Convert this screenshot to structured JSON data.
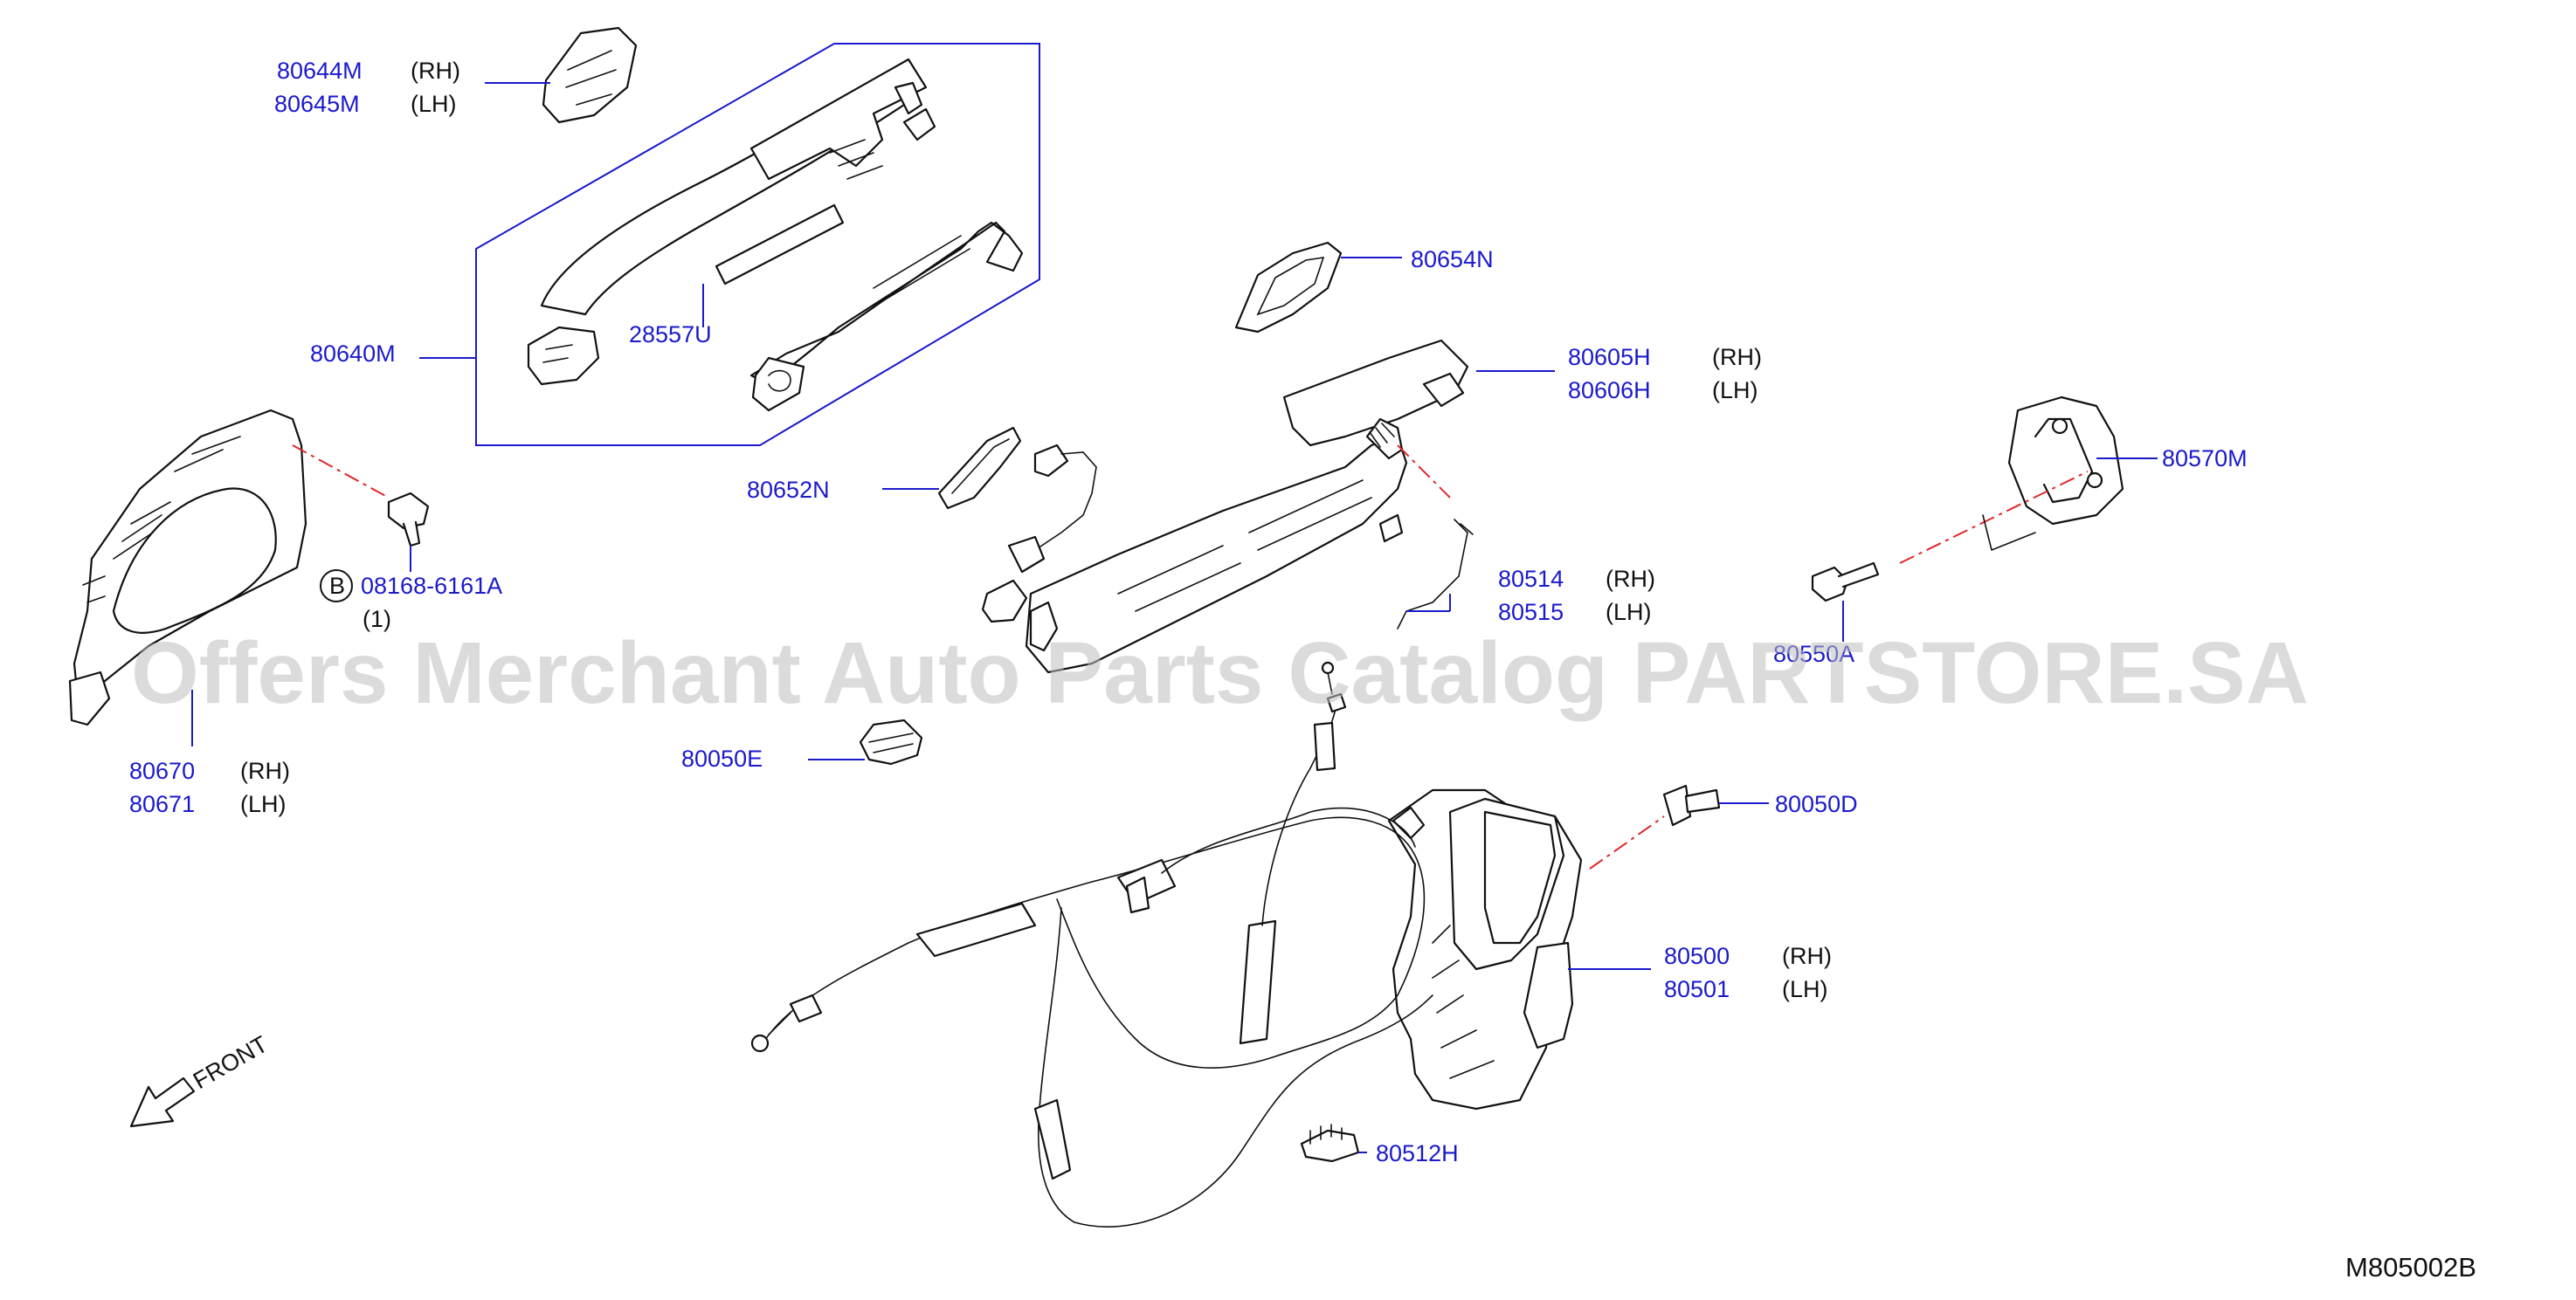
{
  "diagram_code": "M805002B",
  "watermark": "Offers Merchant Auto Parts Catalog PARTSTORE.SA",
  "front_label": "FRONT",
  "colors": {
    "part_number": "#1a1acc",
    "reference_line": "#e0282a",
    "outline": "#111111"
  },
  "callouts": [
    {
      "part": "80644M",
      "side": "(RH)"
    },
    {
      "part": "80645M",
      "side": "(LH)"
    },
    {
      "part": "80640M"
    },
    {
      "part": "28557U"
    },
    {
      "part": "80654N"
    },
    {
      "part": "80605H",
      "side": "(RH)"
    },
    {
      "part": "80606H",
      "side": "(LH)"
    },
    {
      "part": "80570M"
    },
    {
      "part": "80652N"
    },
    {
      "part": "08168-6161A",
      "badge": "B",
      "qty": "(1)"
    },
    {
      "part": "80514",
      "side": "(RH)"
    },
    {
      "part": "80515",
      "side": "(LH)"
    },
    {
      "part": "80550A"
    },
    {
      "part": "80670",
      "side": "(RH)"
    },
    {
      "part": "80671",
      "side": "(LH)"
    },
    {
      "part": "80050E"
    },
    {
      "part": "80050D"
    },
    {
      "part": "80500",
      "side": "(RH)"
    },
    {
      "part": "80501",
      "side": "(LH)"
    },
    {
      "part": "80512H"
    }
  ]
}
